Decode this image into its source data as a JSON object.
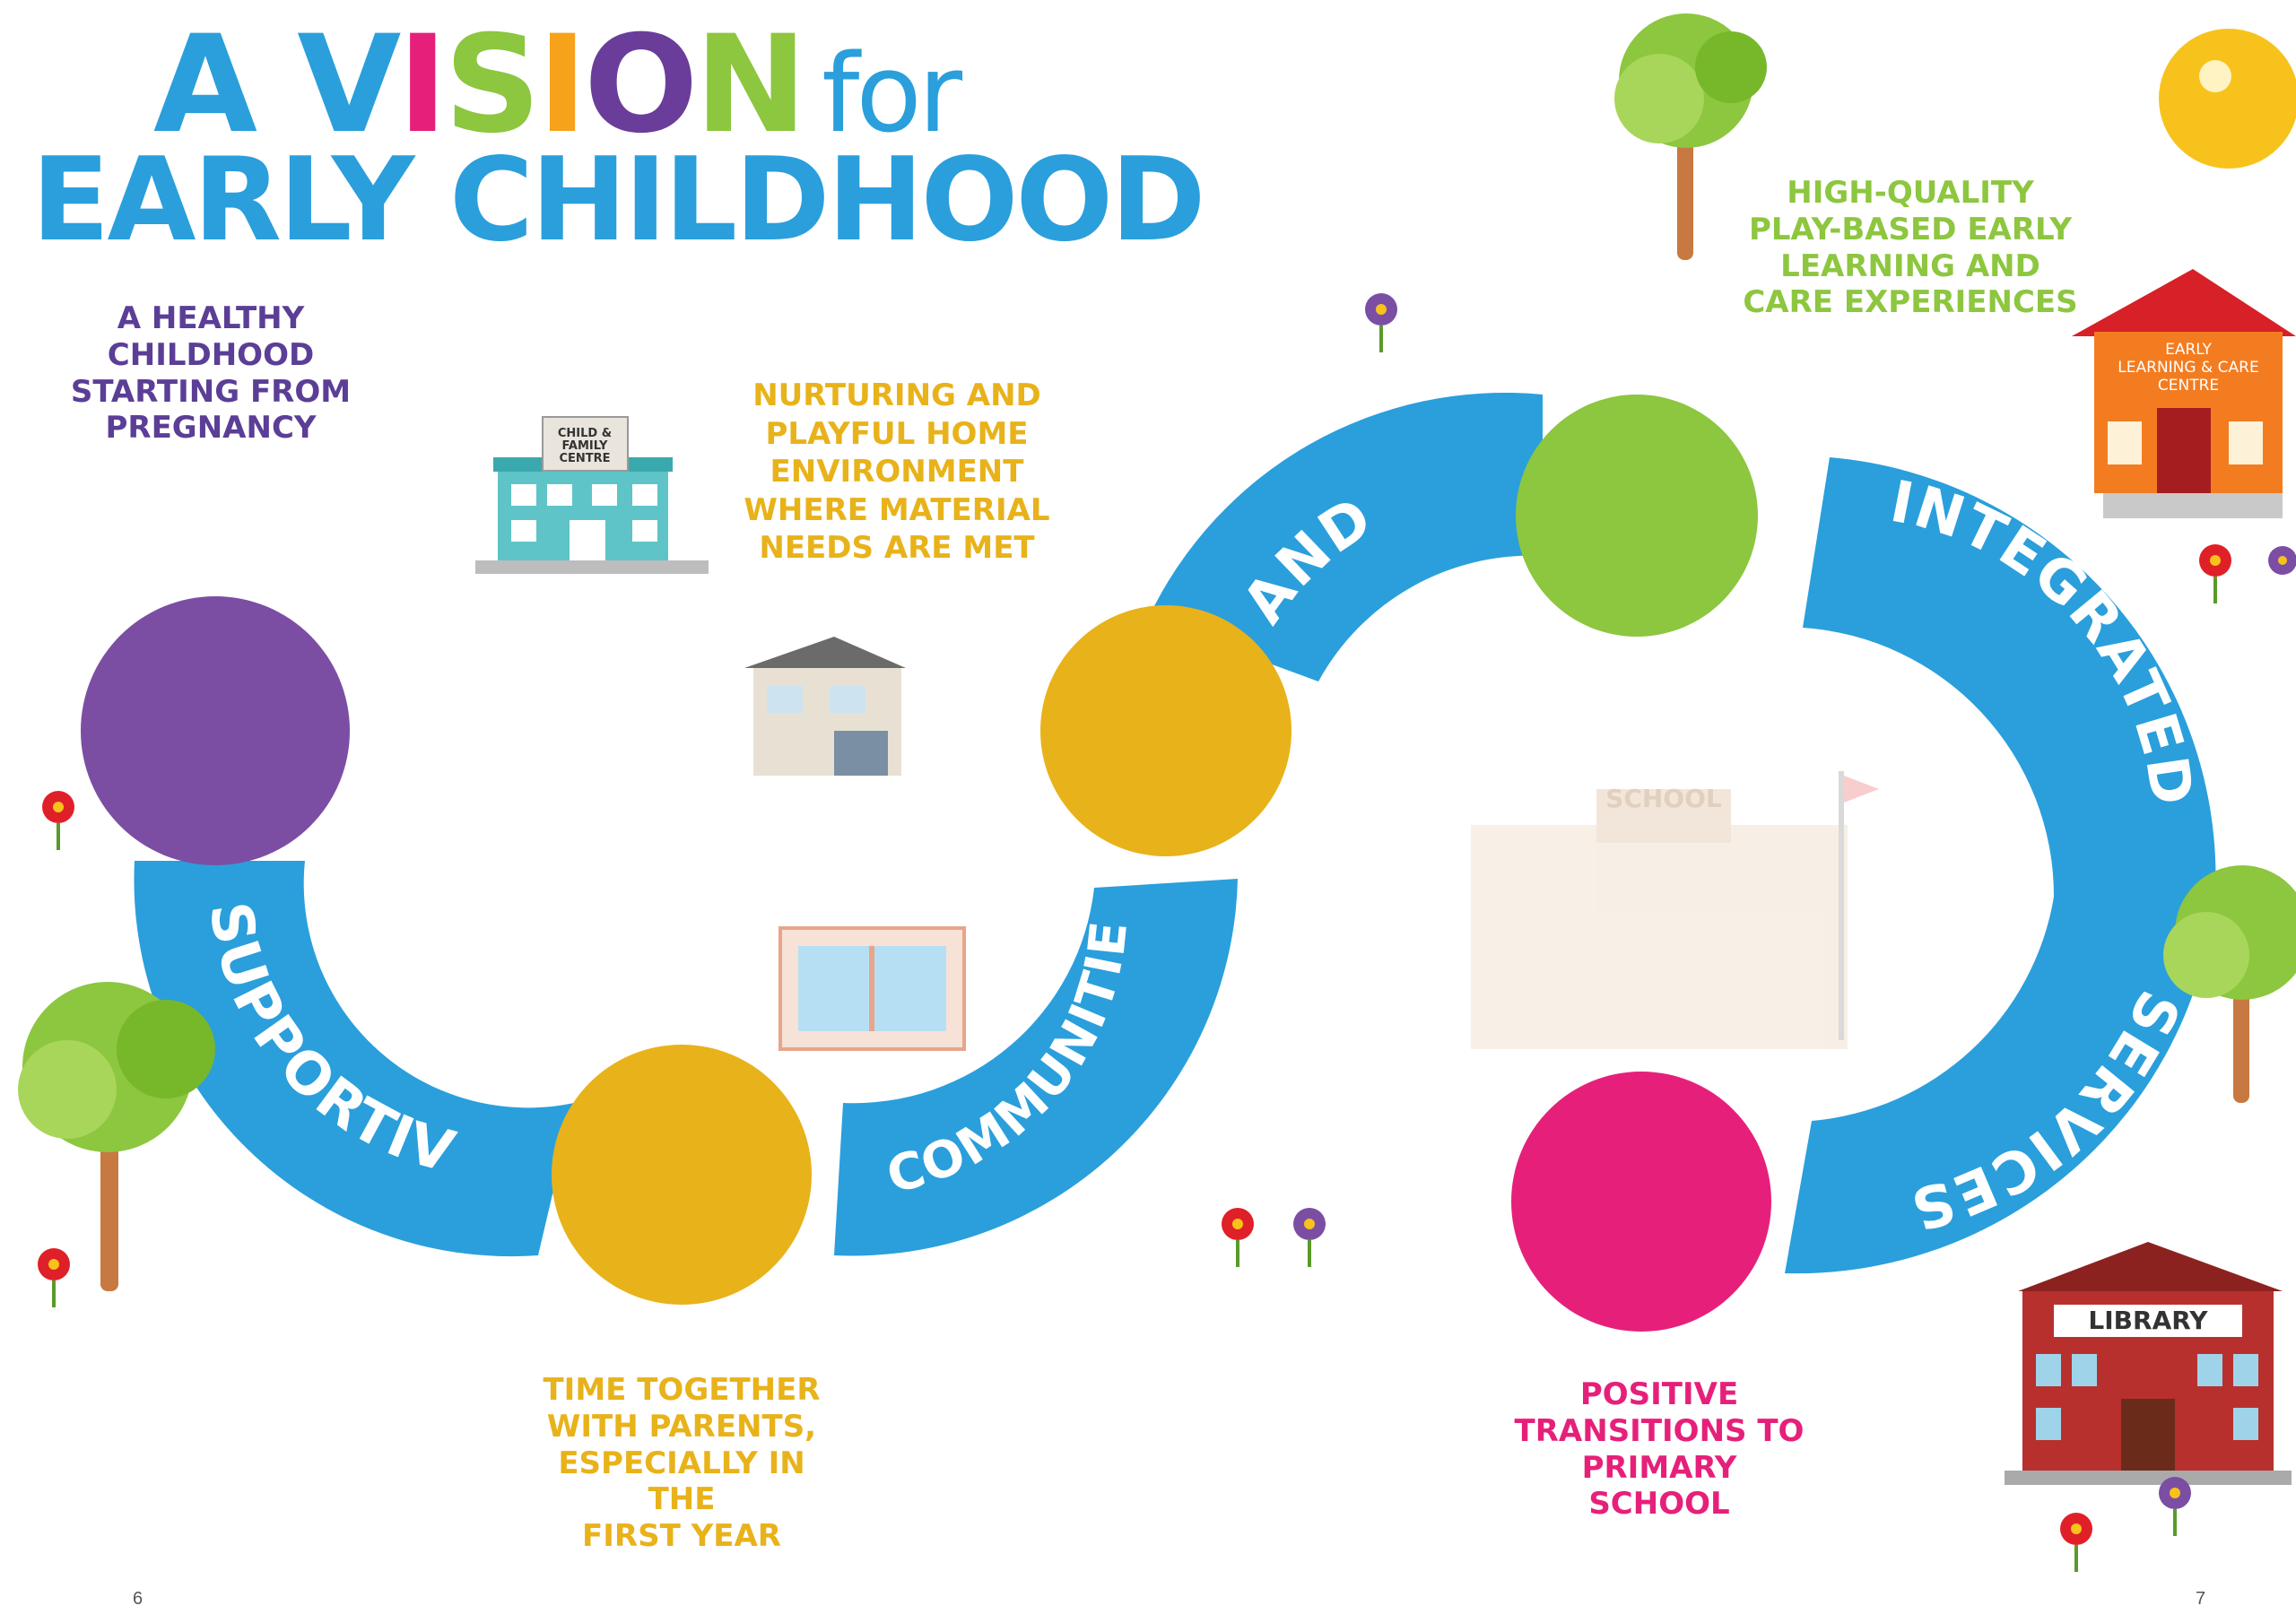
{
  "title": {
    "letters": [
      {
        "ch": "A",
        "color": "#2a9fdc"
      },
      {
        "ch": " ",
        "color": "#2a9fdc"
      },
      {
        "ch": "V",
        "color": "#2a9fdc"
      },
      {
        "ch": "I",
        "color": "#e6207a"
      },
      {
        "ch": "S",
        "color": "#8dc63f"
      },
      {
        "ch": "I",
        "color": "#f7a21b"
      },
      {
        "ch": "O",
        "color": "#6a3d9a"
      },
      {
        "ch": "N",
        "color": "#8dc63f"
      }
    ],
    "for_word": "for",
    "line2": "EARLY CHILDHOOD"
  },
  "band_words": {
    "supportive": "SUPPORTIVE",
    "communities": "COMMUNITIES",
    "and": "AND",
    "integrated": "INTEGRATED",
    "services": "SERVICES"
  },
  "captions": {
    "healthy": [
      "A HEALTHY CHILDHOOD",
      "STARTING FROM",
      "PREGNANCY"
    ],
    "nurturing": [
      "NURTURING AND",
      "PLAYFUL HOME",
      "ENVIRONMENT",
      "WHERE MATERIAL",
      "NEEDS ARE MET"
    ],
    "high_quality": [
      "HIGH-QUALITY",
      "PLAY-BASED EARLY",
      "LEARNING AND",
      "CARE EXPERIENCES"
    ],
    "time_together": [
      "TIME TOGETHER",
      "WITH PARENTS,",
      "ESPECIALLY IN THE",
      "FIRST YEAR"
    ],
    "positive": [
      "POSITIVE",
      "TRANSITIONS TO",
      "PRIMARY",
      "SCHOOL"
    ]
  },
  "building_labels": {
    "child_family_centre": [
      "CHILD &",
      "FAMILY",
      "CENTRE"
    ],
    "early_learning": [
      "EARLY",
      "LEARNING & CARE",
      "CENTRE"
    ],
    "library": "LIBRARY",
    "school": "SCHOOL"
  },
  "page_numbers": {
    "left": "6",
    "right": "7"
  },
  "colors": {
    "band_blue": "#2a9fdc",
    "purple": "#7b4ea3",
    "green": "#8dc63f",
    "yellow": "#e8b21a",
    "pink": "#e6207a",
    "caption_yellow": "#e8b21a",
    "caption_green": "#8dc63f",
    "caption_purple": "#5b3e96",
    "caption_pink": "#e6207a"
  }
}
